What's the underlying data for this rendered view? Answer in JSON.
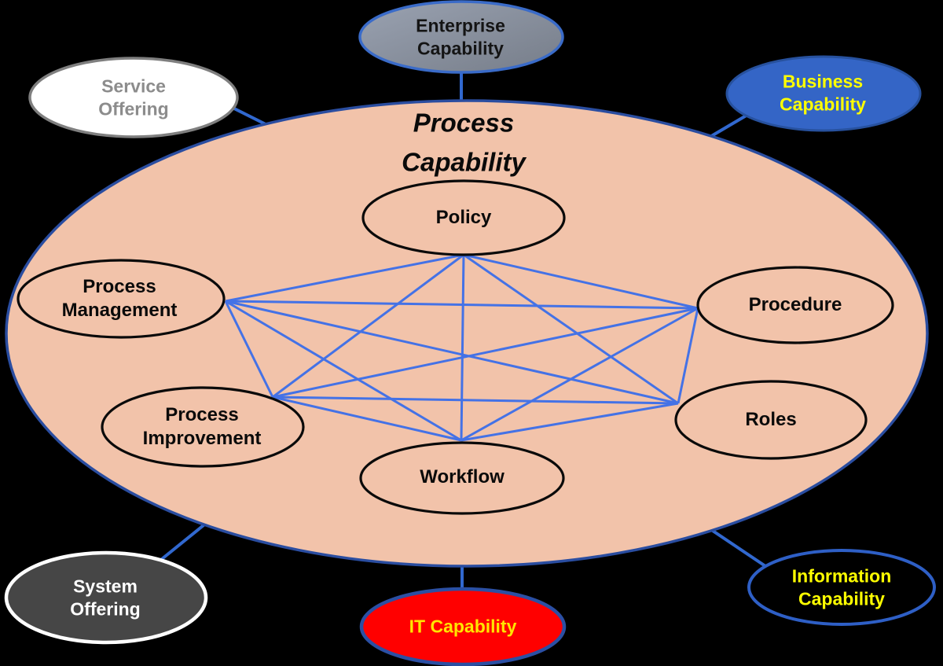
{
  "diagram": {
    "title": "Process\nCapability",
    "main_ellipse": {
      "label": "Process Capability",
      "fill": "#F2C3AA",
      "border": "#2A4DA0"
    },
    "inner_nodes": {
      "policy": {
        "label": "Policy"
      },
      "process_management": {
        "label": "Process\nManagement"
      },
      "procedure": {
        "label": "Procedure"
      },
      "process_improvement": {
        "label": "Process\nImprovement"
      },
      "roles": {
        "label": "Roles"
      },
      "workflow": {
        "label": "Workflow"
      }
    },
    "outer_nodes": {
      "enterprise_capability": {
        "label": "Enterprise\nCapability",
        "fill_top": "#9AA2B1",
        "fill_bottom": "#767D89",
        "border": "#3A6BC8",
        "text_color": "#141414"
      },
      "service_offering": {
        "label": "Service\nOffering",
        "fill": "#FFFFFF",
        "border": "#7F7F7F",
        "text_color": "#8C8C8C"
      },
      "business_capability": {
        "label": "Business\nCapability",
        "fill": "#3465C6",
        "border": "#27519E",
        "text_color": "#FFFF00"
      },
      "system_offering": {
        "label": "System\nOffering",
        "fill": "#464646",
        "border": "#FFFFFF",
        "text_color": "#FFFFFF"
      },
      "it_capability": {
        "label": "IT Capability",
        "fill": "#FF0000",
        "border": "#2B4FA3",
        "text_color": "#FFE500"
      },
      "information_capability": {
        "label": "Information\nCapability",
        "fill": "#000000",
        "border": "#2E5FC6",
        "text_color": "#FFFF00"
      }
    },
    "colors": {
      "edge": "#4472E6",
      "connector": "#3168CF",
      "inner_border": "#0A0A0A",
      "background": "#000000"
    },
    "edges": [
      [
        "Policy",
        "Process Management"
      ],
      [
        "Policy",
        "Procedure"
      ],
      [
        "Policy",
        "Process Improvement"
      ],
      [
        "Policy",
        "Roles"
      ],
      [
        "Policy",
        "Workflow"
      ],
      [
        "Process Management",
        "Procedure"
      ],
      [
        "Process Management",
        "Process Improvement"
      ],
      [
        "Process Management",
        "Roles"
      ],
      [
        "Process Management",
        "Workflow"
      ],
      [
        "Procedure",
        "Process Improvement"
      ],
      [
        "Procedure",
        "Roles"
      ],
      [
        "Procedure",
        "Workflow"
      ],
      [
        "Process Improvement",
        "Roles"
      ],
      [
        "Process Improvement",
        "Workflow"
      ],
      [
        "Roles",
        "Workflow"
      ]
    ],
    "outer_connections": [
      [
        "Enterprise Capability",
        "Process Capability"
      ],
      [
        "Service Offering",
        "Process Capability"
      ],
      [
        "Business Capability",
        "Process Capability"
      ],
      [
        "System Offering",
        "Process Capability"
      ],
      [
        "IT Capability",
        "Process Capability"
      ],
      [
        "Information Capability",
        "Process Capability"
      ]
    ]
  }
}
